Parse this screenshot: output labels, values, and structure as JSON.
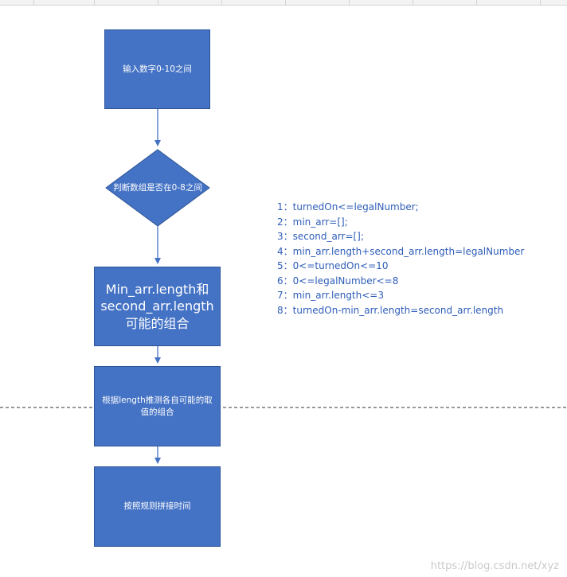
{
  "flowchart": {
    "step_input": "输入数字0-10之间",
    "decision_check": "判断数组是否在0-8之间",
    "step_combinations_line1": "Min_arr.length和",
    "step_combinations_line2": "second_arr.length",
    "step_combinations_line3": "可能的组合",
    "step_derive": "根据length推测各自可能的取值的组合",
    "step_concat": "按照规则拼接时间"
  },
  "notes": [
    {
      "num": "1：",
      "text": "turnedOn<=legalNumber;"
    },
    {
      "num": "2：",
      "text": "min_arr=[];"
    },
    {
      "num": "3：",
      "text": "second_arr=[];"
    },
    {
      "num": "4：",
      "text": "min_arr.length+second_arr.length=legalNumber"
    },
    {
      "num": "5：",
      "text": "0<=turnedOn<=10"
    },
    {
      "num": "6：",
      "text": "0<=legalNumber<=8"
    },
    {
      "num": "7：",
      "text": "min_arr.length<=3"
    },
    {
      "num": "8：",
      "text": "turnedOn-min_arr.length=second_arr.length"
    }
  ],
  "watermark": "https://blog.csdn.net/xyz",
  "colors": {
    "shape_fill": "#4472c4",
    "shape_border": "#2f5597",
    "connector": "#4472c4",
    "note_text": "#2e5db8"
  }
}
